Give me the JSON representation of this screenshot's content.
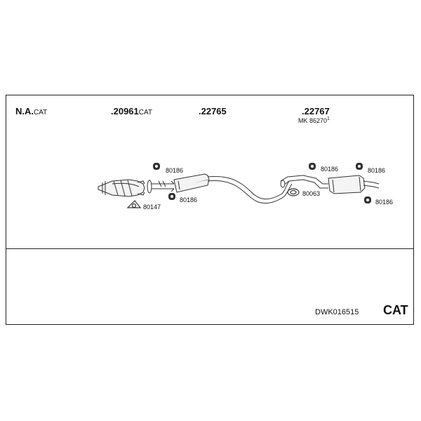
{
  "header": {
    "codes": [
      {
        "main": "N.A.",
        "suffix": "CAT"
      },
      {
        "main": ".20961",
        "suffix": "CAT"
      },
      {
        "main": ".22765",
        "suffix": ""
      },
      {
        "main": ".22767",
        "suffix": ""
      }
    ],
    "mk_label": "MK 86270",
    "mk_superscript": "1"
  },
  "parts": {
    "p1": "80186",
    "p2": "80186",
    "p3": "80147",
    "p4": "80186",
    "p5": "80186",
    "p6": "80063",
    "p7": "80186"
  },
  "footer": {
    "doc_id": "DWK016515",
    "type_label": "CAT"
  }
}
